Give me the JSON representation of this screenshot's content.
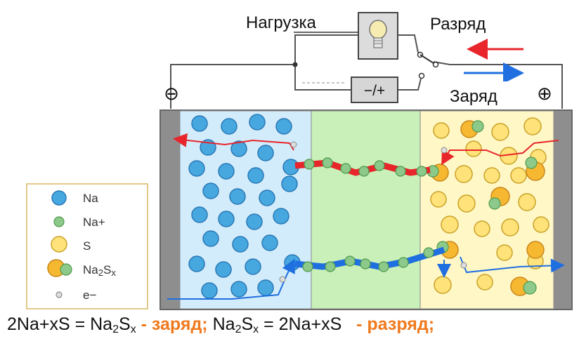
{
  "labels": {
    "load": "Нагрузка",
    "discharge": "Разряд",
    "charge": "Заряд",
    "minus": "⊖",
    "plus": "⊕",
    "battery": "−/+"
  },
  "legend": [
    {
      "key": "na",
      "label": "Na",
      "color": "#47a8e0"
    },
    {
      "key": "na_ion",
      "label": "Na+",
      "color": "#8cc98a"
    },
    {
      "key": "s",
      "label": "S",
      "color": "#ffe27a"
    },
    {
      "key": "na2sx",
      "label": "Na2Sx",
      "color": "#f6b731"
    },
    {
      "key": "electron",
      "label": "e−",
      "color": "#cccccc"
    }
  ],
  "formula": {
    "lhs1": "2Na+xS = Na",
    "sub1": "2",
    "mid1": "S",
    "sub2": "x",
    "tag1": "- заряд;",
    "lhs2": "Na",
    "sub3": "2",
    "mid2": "S",
    "sub4": "x",
    "rhs2": " = 2Na+xS",
    "tag2": "- разряд;"
  },
  "colors": {
    "anode": "#d3ecfb",
    "electrolyte": "#c9f0b8",
    "cathode": "#fff7c6",
    "electrode": "#8e8e8e",
    "discharge_arrow": "#e8252b",
    "charge_arrow": "#1f6fe0"
  }
}
